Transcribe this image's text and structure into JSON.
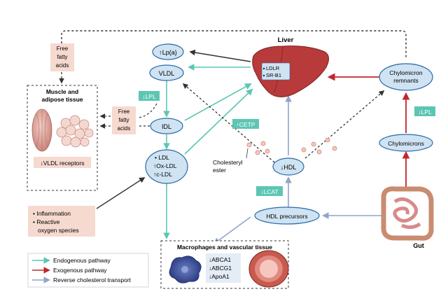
{
  "liver": {
    "title": "Liver",
    "receptors": [
      "LDLR",
      "SR-B1"
    ]
  },
  "muscle": {
    "title_line1": "Muscle and",
    "title_line2": "adipose tissue",
    "vldl_receptors": "↓VLDL receptors"
  },
  "free_fatty_acids_top": [
    "Free",
    "fatty",
    "acids"
  ],
  "free_fatty_acids_mid": [
    "Free",
    "fatty",
    "acids"
  ],
  "nodes": {
    "lpa": "↑Lp(a)",
    "vldl": "VLDL",
    "idl": "IDL",
    "ldl": [
      "• LDL",
      "↑Ox-LDL",
      "↑c-LDL"
    ],
    "hdl": "↓HDL",
    "hdl_precursors": "HDL precursors",
    "chylomicron_remnants": [
      "Chylomicron",
      "remnants"
    ],
    "chylomicrons": "Chylomicrons"
  },
  "enzymes": {
    "lpl_left": "↓LPL",
    "cetp": "↑CETP",
    "lcat": "↓LCAT",
    "lpl_right": "↓LPL"
  },
  "cholesteryl_ester": [
    "Cholesteryl",
    "ester"
  ],
  "inflammation": [
    "• Inflammation",
    "• Reactive",
    "oxygen species"
  ],
  "macrophages": {
    "title": "Macrophages and vascular tissue",
    "markers": [
      "↓ABCA1",
      "↓ABCG1",
      "↓ApoA1"
    ]
  },
  "gut": "Gut",
  "legend": [
    {
      "label": "Endogenous pathway",
      "color": "#5cc6b3"
    },
    {
      "label": "Exogenous pathway",
      "color": "#c0272d"
    },
    {
      "label": "Reverse cholesterol transport",
      "color": "#8fa3cc"
    }
  ],
  "colors": {
    "node_fill": "#cfe3f2",
    "node_stroke": "#2a6ca8",
    "teal": "#5cc6b3",
    "red": "#c0272d",
    "lilac": "#8fa3cc",
    "salmon_box": "#f6d9cf",
    "liver": "#b83a3a"
  }
}
